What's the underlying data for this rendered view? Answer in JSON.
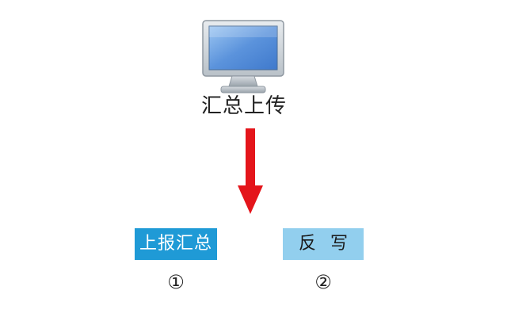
{
  "top_node": {
    "icon": "computer-monitor-icon",
    "label": "汇总上传"
  },
  "arrow": {
    "direction": "down",
    "color": "#e4151b"
  },
  "steps": [
    {
      "label": "上报汇总",
      "number": "①",
      "color": "#1f9ad6"
    },
    {
      "label": "反写",
      "number": "②",
      "color": "#92cfee"
    }
  ]
}
